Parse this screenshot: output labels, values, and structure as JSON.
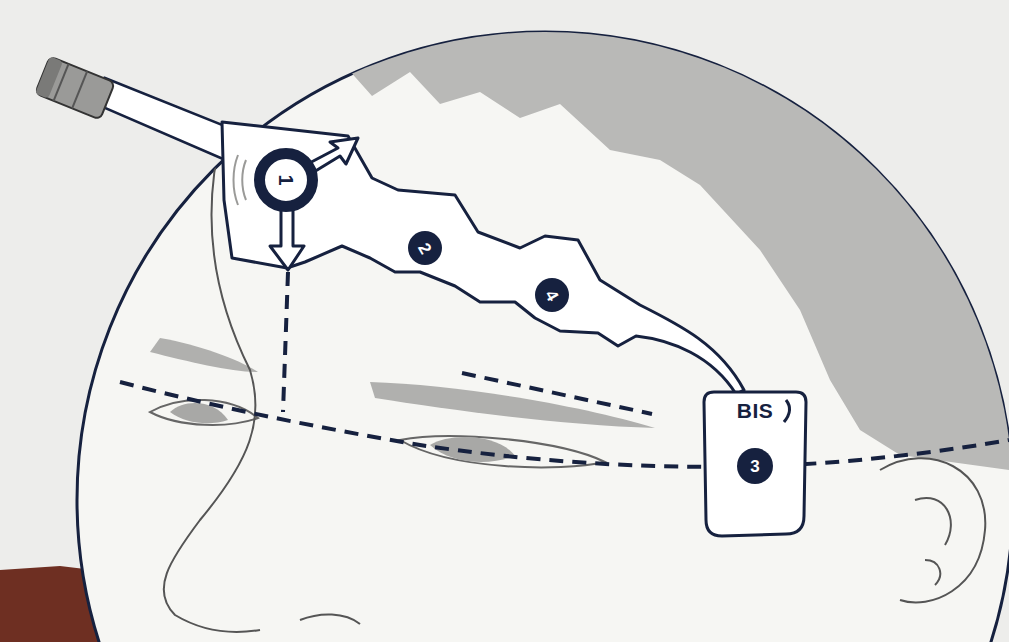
{
  "diagram": {
    "nodes": [
      {
        "text": [
          "1"
        ]
      },
      {
        "text": [
          "2"
        ]
      },
      {
        "text": [
          "4"
        ]
      },
      {
        "text": [
          "BIS"
        ]
      },
      {
        "text": [
          "3"
        ],
        "in": 3
      }
    ]
  }
}
